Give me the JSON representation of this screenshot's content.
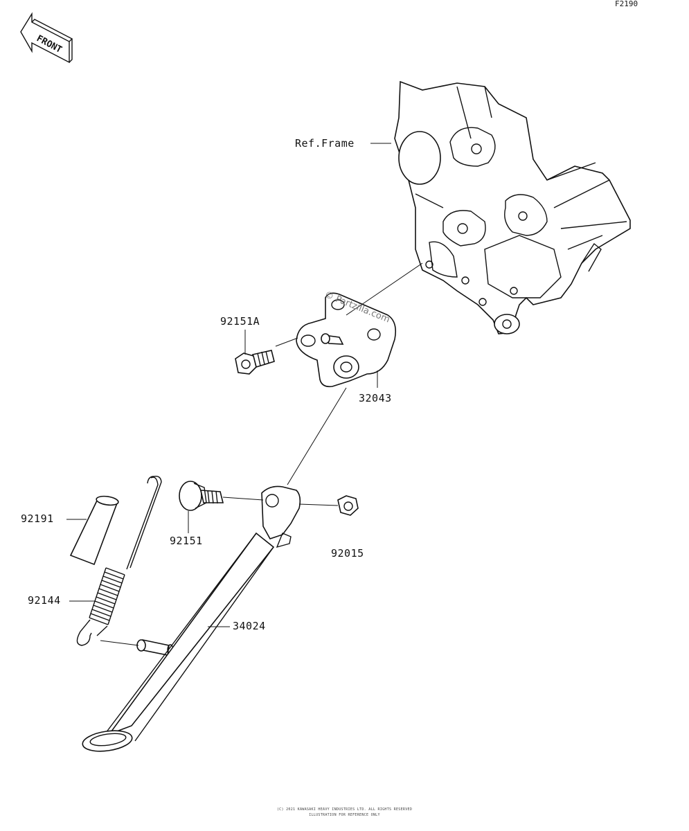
{
  "diagram_code": "F2190",
  "front_badge": "FRONT",
  "watermark": "© Partzilla.com",
  "labels": {
    "ref_frame": "Ref.Frame",
    "p92151A": "92151A",
    "p32043": "32043",
    "p92191": "92191",
    "p92151": "92151",
    "p92015": "92015",
    "p92144": "92144",
    "p34024": "34024"
  },
  "footer": {
    "line1": "(C) 2021 KAWASAKI HEAVY INDUSTRIES LTD. ALL RIGHTS RESERVED",
    "line2": "ILLUSTRATION FOR REFERENCE ONLY"
  }
}
